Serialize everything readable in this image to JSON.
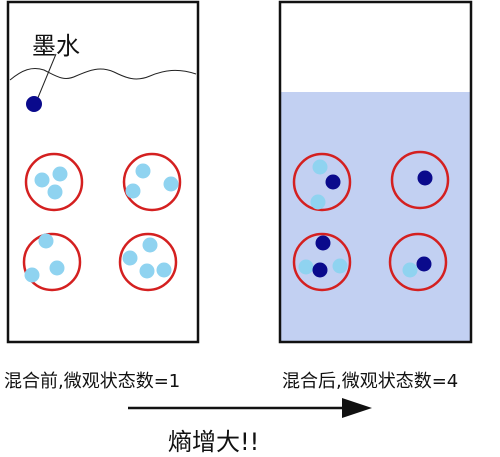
{
  "ink_label": "墨水",
  "before": {
    "caption": "混合前,微观状态数=1"
  },
  "after": {
    "caption": "混合后,微观状态数=4"
  },
  "entropy_label": "熵增大!!",
  "colors": {
    "frame": "#111111",
    "circle": "#d42020",
    "light_particle": "#8fd3f0",
    "dark_particle": "#0a0a8c",
    "mixed_liquid": "#c2d0f2",
    "surface_line": "#222222"
  }
}
